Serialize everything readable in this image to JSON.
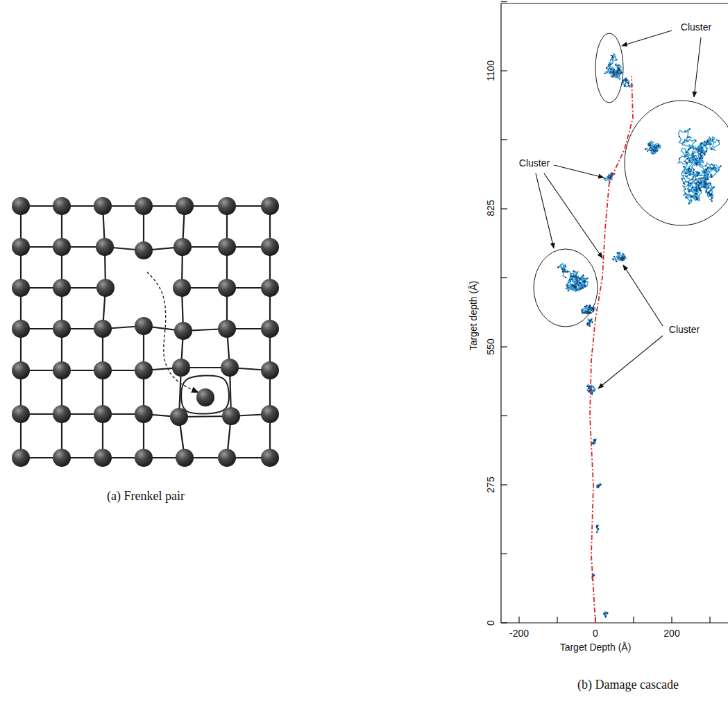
{
  "diagram": {
    "labels": [
      "(a) Frenkel pair",
      "Target depth (Å)",
      "1100",
      "825",
      "550",
      "275",
      "0",
      "-200",
      "0",
      "200",
      "Target Depth (Å)",
      "Cluster",
      "Cluster",
      "Cluster",
      "(b) Damage cascade"
    ]
  }
}
